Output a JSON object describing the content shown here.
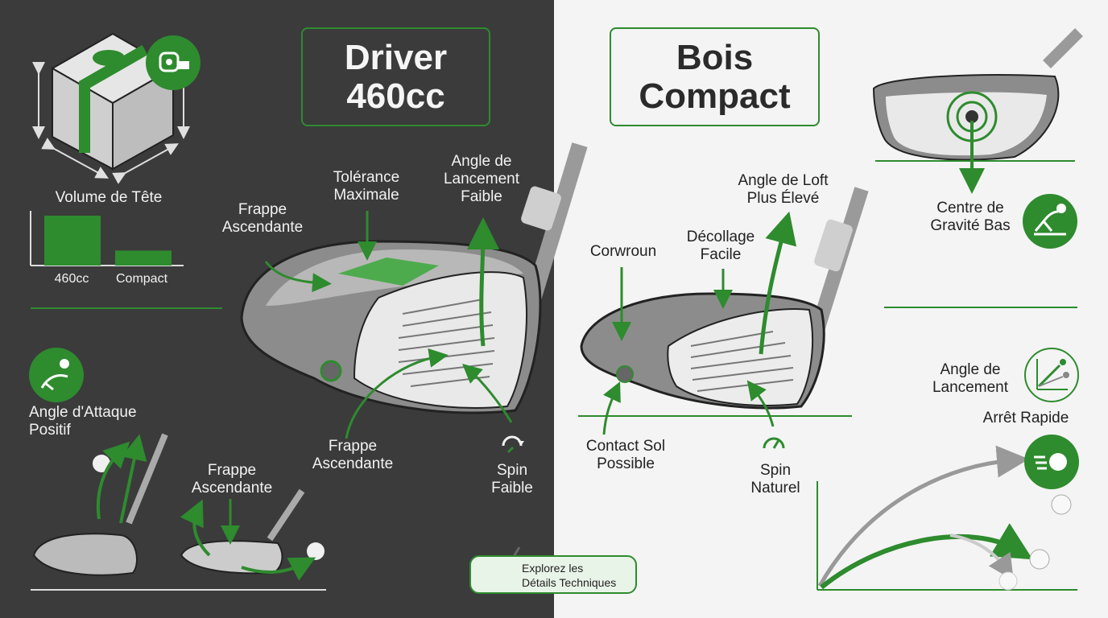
{
  "left": {
    "title": "Driver\n460cc",
    "volume_label": "Volume de Tête",
    "bar_labels": [
      "460cc",
      "Compact"
    ],
    "tolerance": "Tolérance\nMaximale",
    "launch_angle_low": "Angle de\nLancement\nFaible",
    "upstrike_1": "Frappe\nAscendante",
    "upstrike_2": "Frappe\nAscendante",
    "upstrike_3": "Frappe\nAscendante",
    "low_spin": "Spin\nFaible",
    "attack_angle": "Angle d'Attaque\nPositif"
  },
  "right": {
    "title": "Bois\nCompact",
    "loft_angle": "Angle de Loft\nPlus Élevé",
    "crown": "Corwroun",
    "easy_launch": "Décollage\nFacile",
    "low_cg": "Centre de\nGravité Bas",
    "ground_contact": "Contact Sol\nPossible",
    "natural_spin": "Spin\nNaturel",
    "launch_angle": "Angle de\nLancement",
    "quick_stop": "Arrêt Rapide"
  },
  "cta": {
    "label": "Explorez les\nDétails Techniques"
  },
  "chart_data": {
    "type": "bar",
    "categories": [
      "460cc",
      "Compact"
    ],
    "values": [
      1,
      0.3
    ],
    "title": "Volume de Tête"
  },
  "colors": {
    "accent": "#2e8b2e",
    "dark_panel": "#3b3b3b",
    "light_panel": "#f4f4f4"
  },
  "icons": [
    "tape-measure-icon",
    "ball-trajectory-icon",
    "spin-icon",
    "loft-trajectory-icon",
    "launch-chart-icon",
    "fast-ball-icon",
    "golf-club-icon"
  ]
}
